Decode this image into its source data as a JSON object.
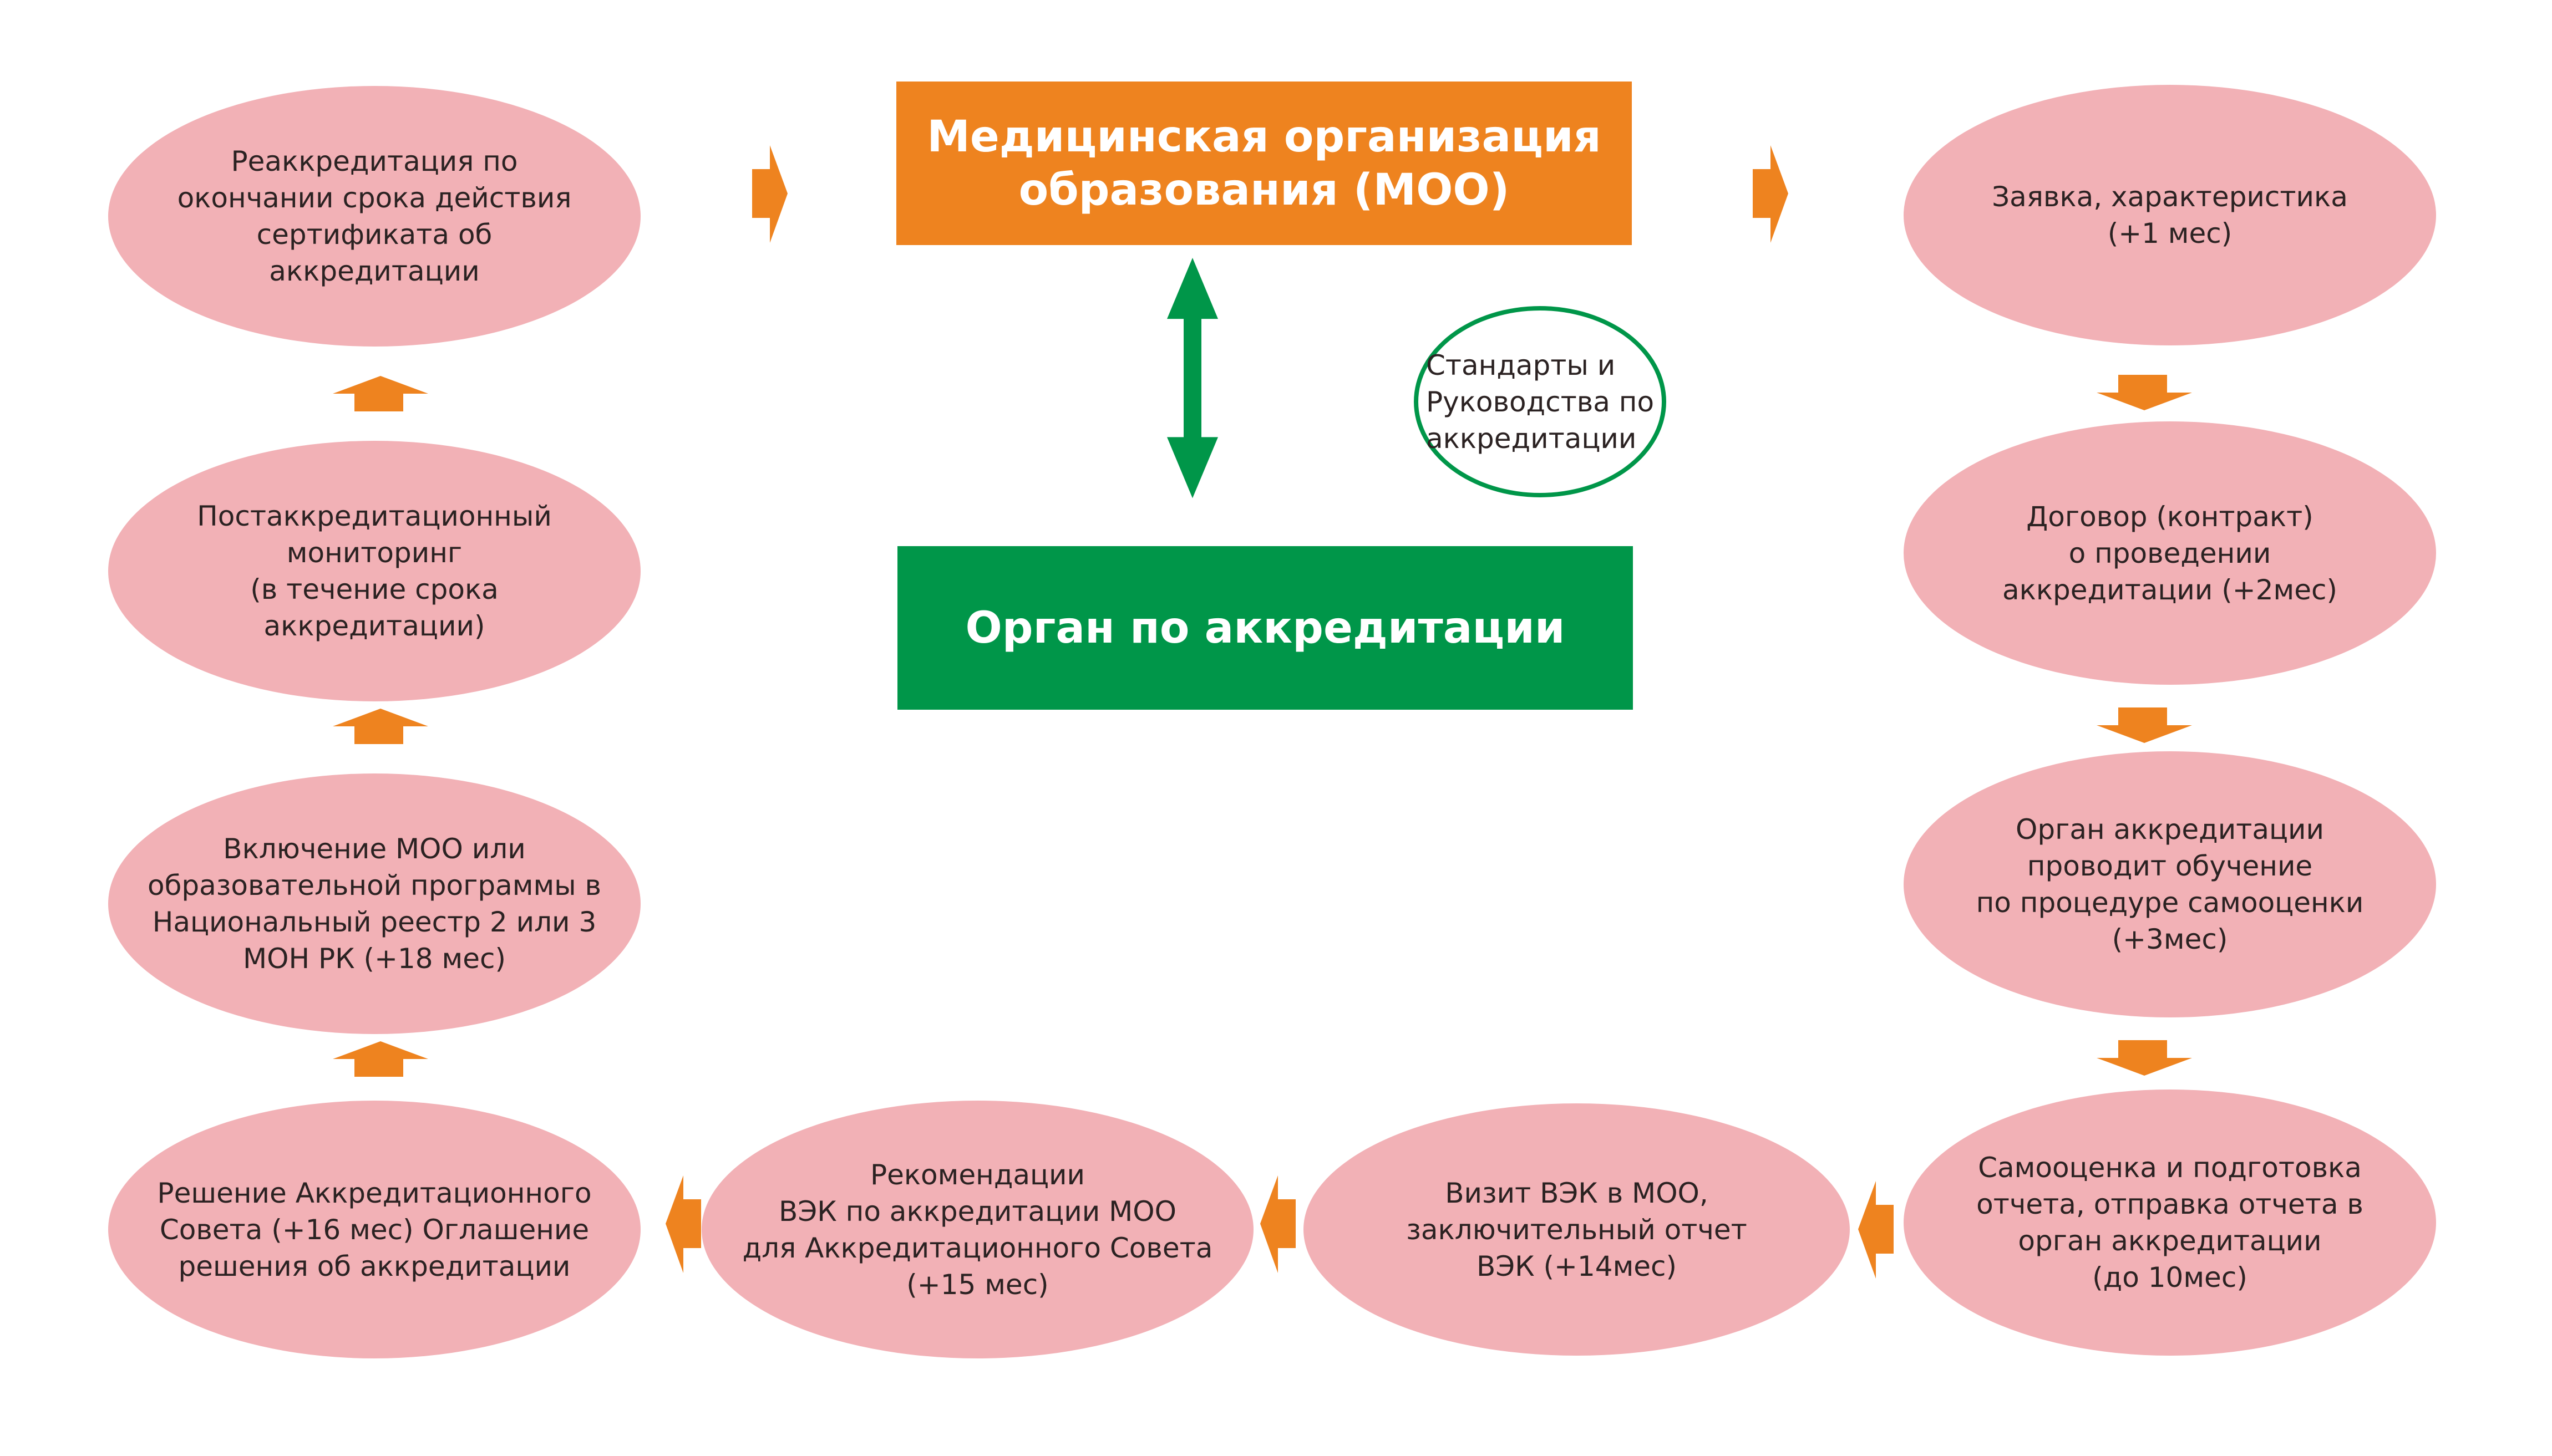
{
  "colors": {
    "ellipse_fill": "#f2b1b6",
    "arrow_orange": "#ee831f",
    "box_orange": "#ee831f",
    "box_green": "#009649",
    "text_dark": "#2b2222"
  },
  "center": {
    "moo_box": "Медицинская организация\nобразования (МОО)",
    "agency_box": "Орган по аккредитации",
    "standards_note": "Стандарты и\nРуководства по\nаккредитации",
    "double_arrow_icon": "double-vertical-arrow"
  },
  "steps": [
    {
      "id": 1,
      "text": "Заявка, характеристика\n(+1 мес)"
    },
    {
      "id": 2,
      "text": "Договор (контракт)\nо проведении\nаккредитации (+2мес)"
    },
    {
      "id": 3,
      "text": "Орган аккредитации\nпроводит обучение\nпо процедуре самооценки\n(+3мес)"
    },
    {
      "id": 4,
      "text": "Самооценка и подготовка\nотчета, отправка отчета в\nорган аккредитации\n(до 10мес)"
    },
    {
      "id": 5,
      "text": "Визит ВЭК в МОО,\nзаключительный отчет\nВЭК  (+14мес)"
    },
    {
      "id": 6,
      "text": "Рекомендации\nВЭК по аккредитации МОО\nдля  Аккредитационного Совета\n(+15 мес)"
    },
    {
      "id": 7,
      "text": "Решение Аккредитационного\nСовета (+16 мес) Оглашение\nрешения об аккредитации"
    },
    {
      "id": 8,
      "text": "Включение  МОО или\nобразовательной программы в\nНациональный реестр 2 или 3\nМОН РК (+18 мес)"
    },
    {
      "id": 9,
      "text": "Постаккредитационный\nмониторинг\n(в течение срока\nаккредитации)"
    },
    {
      "id": 10,
      "text": "Реаккредитация по\nокончании срока действия\nсертификата об\nаккредитации"
    }
  ]
}
